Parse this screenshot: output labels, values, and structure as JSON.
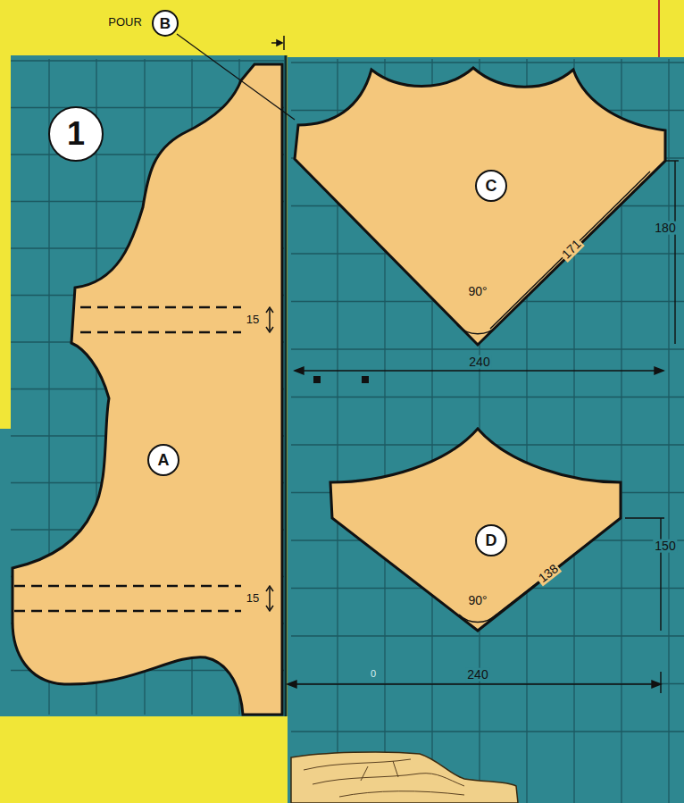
{
  "diagram": {
    "nodes": [
      {
        "text": [
          "B"
        ]
      },
      {
        "text": [
          "1"
        ]
      },
      {
        "text": [
          "C"
        ]
      },
      {
        "text": [
          "A"
        ]
      },
      {
        "text": [
          "D"
        ]
      }
    ],
    "labels": [
      "POUR",
      "15",
      "15",
      "90°",
      "171",
      "180",
      "240",
      "90°",
      "138",
      "150",
      "240",
      "0"
    ]
  }
}
